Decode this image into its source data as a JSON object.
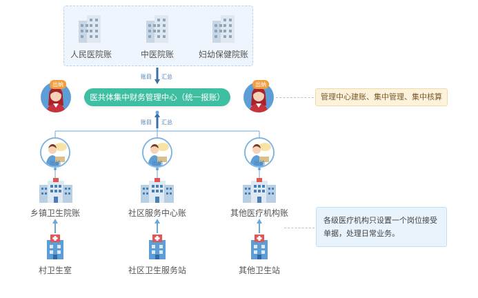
{
  "top_hospitals": {
    "people_hospital": "人民医院账",
    "tcm_hospital": "中医院账",
    "maternal_hospital": "妇幼保健院账"
  },
  "flow_labels": {
    "posting": "账目",
    "aggregate": "汇总"
  },
  "center": {
    "title": "医共体集中财务管理中心（统一报账）",
    "accountant_tag": "出纳"
  },
  "cashier_label": "出纳",
  "note_top": "管理中心建账、集中管理、集中核算",
  "mid_hospitals": {
    "township": "乡镇卫生院账",
    "community": "社区服务中心账",
    "other": "其他医疗机构账"
  },
  "bottom_stations": {
    "village": "村卫生室",
    "community_station": "社区卫生服务站",
    "other_station": "其他卫生站"
  },
  "note_bottom": "各级医疗机构只设置一个岗位接受单据，处理日常业务。",
  "colors": {
    "accent_teal": "#3fbfa2",
    "line_blue": "#6aa8dc",
    "note_orange": "#fdf2dc",
    "note_blue": "#e9f3fb"
  },
  "icons": [
    "building-icon",
    "hospital-icon",
    "clinic-icon",
    "accountant-avatar-icon",
    "cashier-avatar-icon",
    "arrow-icon"
  ]
}
